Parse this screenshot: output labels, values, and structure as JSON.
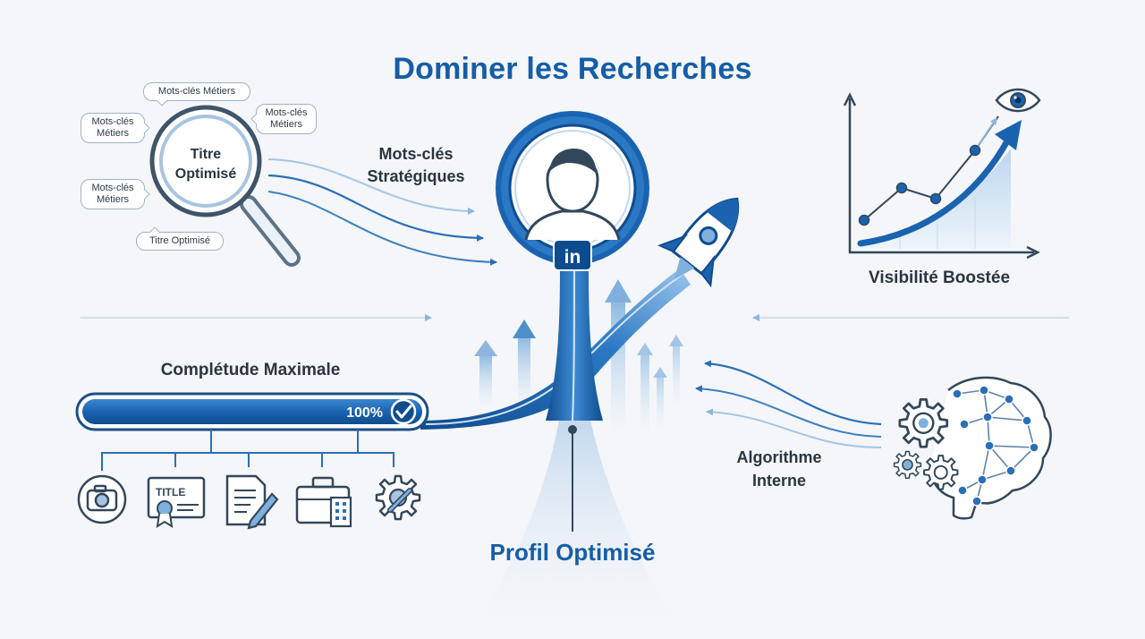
{
  "title": "Dominer les Recherches",
  "search": {
    "title_label": "Titre Optimisé",
    "bubbles": [
      "Mots-clés Métiers",
      "Mots-clés Métiers",
      "Mots-clés Métiers",
      "Mots-clés Métiers",
      "Titre Optimisé"
    ]
  },
  "keywords_label": "Mots-clés Stratégiques",
  "profile": {
    "label": "Profil Optimisé",
    "badge": "in"
  },
  "visibility": {
    "label": "Visibilité Boostée"
  },
  "completeness": {
    "label": "Complétude Maximale",
    "percent_text": "100%",
    "percent": 100,
    "items": [
      {
        "icon": "camera-icon"
      },
      {
        "icon": "certificate-icon",
        "text": "TITLE"
      },
      {
        "icon": "document-pen-icon"
      },
      {
        "icon": "briefcase-building-icon"
      },
      {
        "icon": "gear-wrench-icon"
      }
    ]
  },
  "algorithm": {
    "label": "Algorithme Interne",
    "icon": "brain-gears-icon"
  },
  "colors": {
    "primary": "#155da8",
    "dark": "#0f4c8f",
    "light": "#7fb0de",
    "stroke": "#33475b",
    "background": "#f4f6f9"
  }
}
